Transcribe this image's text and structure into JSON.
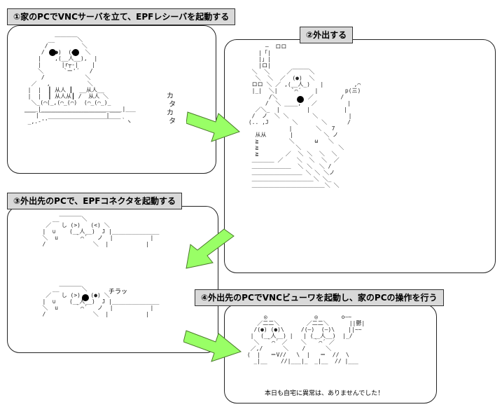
{
  "steps": [
    {
      "label": "①家のPCでVNCサーバを立て、EPFレシーバを起動する"
    },
    {
      "label": "②外出する"
    },
    {
      "label": "③外出先のPCで、EPFコネクタを起動する"
    },
    {
      "label": "④外出先のPCでVNCビューワを起動し、家のPCの操作を行う"
    }
  ],
  "art": {
    "panel1_sfx": "カ\n タ\nカ\n タ",
    "panel3_sfx": "チラッ",
    "panel4_caption": "本日も自宅に異常は、ありませんでした！"
  },
  "colors": {
    "arrow": "#99ff66",
    "label_bg": "#d9d9d9"
  }
}
